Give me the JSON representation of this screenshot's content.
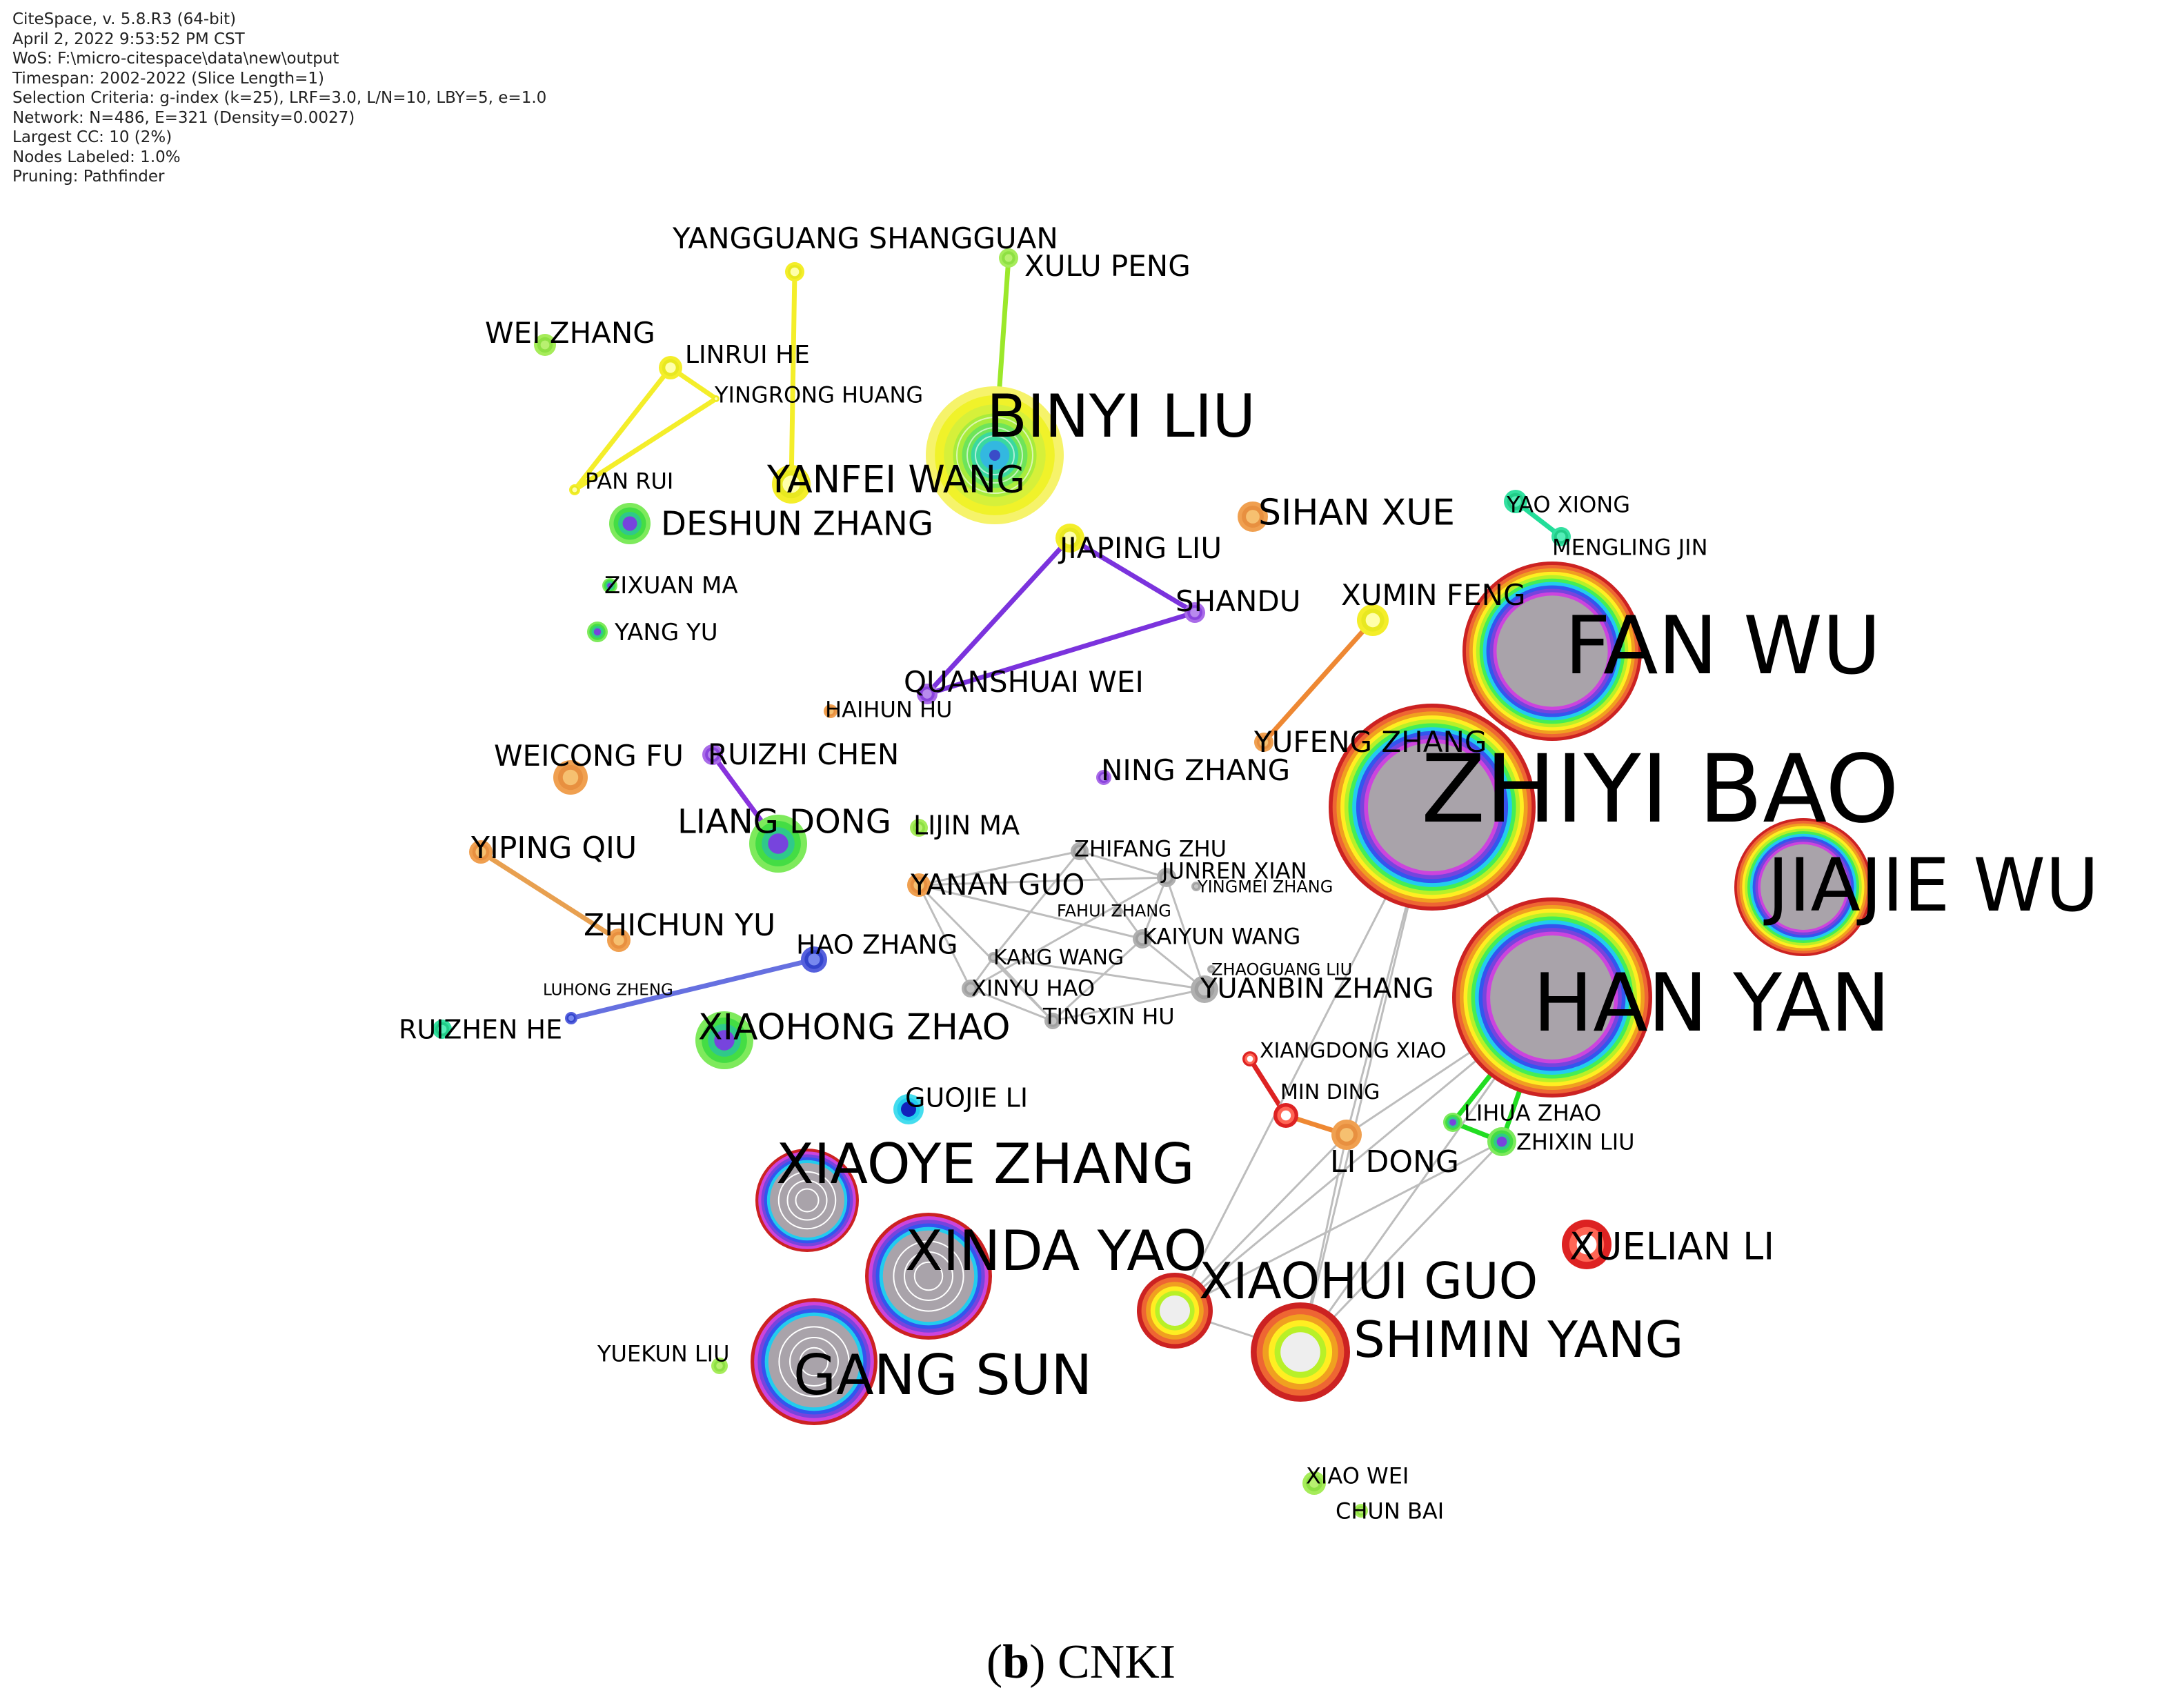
{
  "meta_lines": [
    "CiteSpace, v. 5.8.R3 (64-bit)",
    "April 2, 2022 9:53:52 PM CST",
    "WoS: F:\\micro-citespace\\data\\new\\output",
    "Timespan: 2002-2022 (Slice Length=1)",
    "Selection Criteria: g-index (k=25), LRF=3.0, L/N=10, LBY=5, e=1.0",
    "Network: N=486, E=321 (Density=0.0027)",
    "Largest CC: 10 (2%)",
    "Nodes Labeled: 1.0%",
    "Pruning: Pathfinder"
  ],
  "caption": {
    "letter": "b",
    "text": ") CNKI",
    "open": "("
  },
  "colors": {
    "year_rings": [
      "#cc2222",
      "#ee6633",
      "#f0a020",
      "#ffee22",
      "#b8f028",
      "#44ee55",
      "#22ddaa",
      "#22ccee",
      "#3355ee",
      "#7744dd",
      "#cc44dd"
    ],
    "core_gray": "#a9a3aa",
    "edge_gray": "#bdbdbd"
  },
  "nodes": [
    {
      "id": "binyi_liu",
      "label": "BINYI LIU",
      "size": "xl",
      "style": "yellow_big"
    },
    {
      "id": "yanfei_wang",
      "label": "YANFEI WANG",
      "size": "l",
      "style": "yellow"
    },
    {
      "id": "yangguang",
      "label": "YANGGUANG SHANGGUAN",
      "size": "m",
      "style": "yellow"
    },
    {
      "id": "xulu_peng",
      "label": "XULU PENG",
      "size": "m",
      "style": "lime"
    },
    {
      "id": "wei_zhang",
      "label": "WEI ZHANG",
      "size": "m",
      "style": "lime"
    },
    {
      "id": "linrui_he",
      "label": "LINRUI HE",
      "size": "m",
      "style": "yellow"
    },
    {
      "id": "yingrong_huang",
      "label": "YINGRONG HUANG",
      "size": "s",
      "style": "yellow"
    },
    {
      "id": "pan_rui",
      "label": "PAN RUI",
      "size": "s",
      "style": "yellow"
    },
    {
      "id": "deshun_zhang",
      "label": "DESHUN ZHANG",
      "size": "l",
      "style": "green"
    },
    {
      "id": "zixuan_ma",
      "label": "ZIXUAN MA",
      "size": "s",
      "style": "green"
    },
    {
      "id": "yang_yu",
      "label": "YANG YU",
      "size": "s",
      "style": "green"
    },
    {
      "id": "sihan_xue",
      "label": "SIHAN XUE",
      "size": "l",
      "style": "orange"
    },
    {
      "id": "jiaping_liu",
      "label": "JIAPING LIU",
      "size": "m",
      "style": "yellow"
    },
    {
      "id": "shandu",
      "label": "SHANDU",
      "size": "m",
      "style": "purple"
    },
    {
      "id": "quanshuai_wei",
      "label": "QUANSHUAI  WEI",
      "size": "m",
      "style": "purple"
    },
    {
      "id": "haihun_hu",
      "label": "HAIHUN HU",
      "size": "s",
      "style": "orange"
    },
    {
      "id": "yao_xiong",
      "label": "YAO XIONG",
      "size": "s",
      "style": "teal"
    },
    {
      "id": "mengling_jin",
      "label": "MENGLING JIN",
      "size": "s",
      "style": "teal"
    },
    {
      "id": "xumin_feng",
      "label": "XUMIN FENG",
      "size": "m",
      "style": "yellow"
    },
    {
      "id": "yufeng_zhang",
      "label": "YUFENG ZHANG",
      "size": "m",
      "style": "orange"
    },
    {
      "id": "fan_wu",
      "label": "FAN WU",
      "size": "xxl",
      "style": "ring_big"
    },
    {
      "id": "zhiyi_bao",
      "label": "ZHIYI BAO",
      "size": "xxxl",
      "style": "ring_big"
    },
    {
      "id": "jiajie_wu",
      "label": "JIAJIE WU",
      "size": "xxl",
      "style": "ring_big"
    },
    {
      "id": "han_yan",
      "label": "HAN YAN",
      "size": "xxl",
      "style": "ring_big"
    },
    {
      "id": "weicong_fu",
      "label": "WEICONG FU",
      "size": "m",
      "style": "orange"
    },
    {
      "id": "ruizhi_chen",
      "label": "RUIZHI CHEN",
      "size": "m",
      "style": "purple"
    },
    {
      "id": "liang_dong",
      "label": "LIANG DONG",
      "size": "l",
      "style": "green"
    },
    {
      "id": "lijin_ma",
      "label": "LIJIN MA",
      "size": "s",
      "style": "lime"
    },
    {
      "id": "ning_zhang",
      "label": "NING ZHANG",
      "size": "m",
      "style": "purple"
    },
    {
      "id": "yiping_qiu",
      "label": "YIPING QIU",
      "size": "m",
      "style": "orange"
    },
    {
      "id": "zhichun_yu",
      "label": "ZHICHUN YU",
      "size": "m",
      "style": "orange"
    },
    {
      "id": "yanan_guo",
      "label": "YANAN GUO",
      "size": "m",
      "style": "orange"
    },
    {
      "id": "zhifang_zhu",
      "label": "ZHIFANG ZHU",
      "size": "s",
      "style": "gray"
    },
    {
      "id": "junren_xian",
      "label": "JUNREN  XIAN",
      "size": "s",
      "style": "gray"
    },
    {
      "id": "yingmei_zhang",
      "label": "YINGMEI ZHANG",
      "size": "xs",
      "style": "gray"
    },
    {
      "id": "fahui_zhang",
      "label": "FAHUI ZHANG",
      "size": "xs",
      "style": "gray"
    },
    {
      "id": "kaiyun_wang",
      "label": "KAIYUN WANG",
      "size": "s",
      "style": "gray"
    },
    {
      "id": "kang_wang",
      "label": "KANG WANG",
      "size": "s",
      "style": "gray"
    },
    {
      "id": "zhaoguang_liu",
      "label": "ZHAOGUANG LIU",
      "size": "xs",
      "style": "gray"
    },
    {
      "id": "yuanbin_zhang",
      "label": "YUANBIN ZHANG",
      "size": "m",
      "style": "gray"
    },
    {
      "id": "xinyu_hao",
      "label": "XINYU HAO",
      "size": "s",
      "style": "gray"
    },
    {
      "id": "tingxin_hu",
      "label": "TINGXIN  HU",
      "size": "s",
      "style": "gray"
    },
    {
      "id": "hao_zhang",
      "label": "HAO ZHANG",
      "size": "m",
      "style": "blue"
    },
    {
      "id": "luhong_zheng",
      "label": "LUHONG ZHENG",
      "size": "xs",
      "style": "blue"
    },
    {
      "id": "ruizhen_he",
      "label": "RUIZHEN HE",
      "size": "m",
      "style": "teal"
    },
    {
      "id": "xiaohong_zhao",
      "label": "XIAOHONG ZHAO",
      "size": "l",
      "style": "green"
    },
    {
      "id": "xiangdong_xiao",
      "label": "XIANGDONG XIAO",
      "size": "s",
      "style": "red"
    },
    {
      "id": "min_ding",
      "label": "MIN DING",
      "size": "s",
      "style": "red"
    },
    {
      "id": "li_dong",
      "label": "LI DONG",
      "size": "m",
      "style": "orange"
    },
    {
      "id": "lihua_zhao",
      "label": "LIHUA  ZHAO",
      "size": "s",
      "style": "green"
    },
    {
      "id": "zhixin_liu",
      "label": "ZHIXIN LIU",
      "size": "s",
      "style": "green"
    },
    {
      "id": "guojie_li",
      "label": "GUOJIE LI",
      "size": "m",
      "style": "cyan"
    },
    {
      "id": "xiaoye_zhang",
      "label": "XIAOYE ZHANG",
      "size": "xl",
      "style": "ring_mid"
    },
    {
      "id": "xinda_yao",
      "label": "XINDA YAO",
      "size": "xl",
      "style": "ring_mid"
    },
    {
      "id": "xuelian_li",
      "label": "XUELIAN LI",
      "size": "l",
      "style": "red"
    },
    {
      "id": "xiaohui_guo",
      "label": "XIAOHUI GUO",
      "size": "xl",
      "style": "ring_warm"
    },
    {
      "id": "shimin_yang",
      "label": "SHIMIN YANG",
      "size": "xl",
      "style": "ring_warm"
    },
    {
      "id": "gang_sun",
      "label": "GANG SUN",
      "size": "xl",
      "style": "ring_mid"
    },
    {
      "id": "yuekun_liu",
      "label": "YUEKUN LIU",
      "size": "s",
      "style": "lime"
    },
    {
      "id": "xiao_wei",
      "label": "XIAO WEI",
      "size": "s",
      "style": "lime"
    },
    {
      "id": "chun_bai",
      "label": "CHUN BAI",
      "size": "s",
      "style": "lime"
    }
  ],
  "edges": [
    [
      "yanfei_wang",
      "yangguang",
      "#f4ee2a"
    ],
    [
      "binyi_liu",
      "xulu_peng",
      "#9be82a"
    ],
    [
      "linrui_he",
      "yingrong_huang",
      "#f4ee2a"
    ],
    [
      "linrui_he",
      "pan_rui",
      "#f4ee2a"
    ],
    [
      "yingrong_huang",
      "pan_rui",
      "#f4ee2a"
    ],
    [
      "jiaping_liu",
      "shandu",
      "#7b33dd"
    ],
    [
      "jiaping_liu",
      "quanshuai_wei",
      "#7b33dd"
    ],
    [
      "shandu",
      "quanshuai_wei",
      "#7b33dd"
    ],
    [
      "yao_xiong",
      "mengling_jin",
      "#22dd99"
    ],
    [
      "xumin_feng",
      "yufeng_zhang",
      "#ee8833"
    ],
    [
      "ruizhi_chen",
      "liang_dong",
      "#8833dd"
    ],
    [
      "yiping_qiu",
      "zhichun_yu",
      "#e8a050"
    ],
    [
      "hao_zhang",
      "luhong_zheng",
      "#6670e0"
    ],
    [
      "xiangdong_xiao",
      "min_ding",
      "#dd2222"
    ],
    [
      "min_ding",
      "li_dong",
      "#ee8833"
    ],
    [
      "lihua_zhao",
      "zhixin_liu",
      "#22dd22"
    ],
    [
      "lihua_zhao",
      "han_yan",
      "#22dd22"
    ],
    [
      "han_yan",
      "zhixin_liu",
      "#22dd22"
    ],
    [
      "yanan_guo",
      "zhifang_zhu",
      "#bdbdbd"
    ],
    [
      "yanan_guo",
      "junren_xian",
      "#bdbdbd"
    ],
    [
      "yanan_guo",
      "kaiyun_wang",
      "#bdbdbd"
    ],
    [
      "yanan_guo",
      "tingxin_hu",
      "#bdbdbd"
    ],
    [
      "yanan_guo",
      "xinyu_hao",
      "#bdbdbd"
    ],
    [
      "zhifang_zhu",
      "junren_xian",
      "#bdbdbd"
    ],
    [
      "zhifang_zhu",
      "kang_wang",
      "#bdbdbd"
    ],
    [
      "zhifang_zhu",
      "kaiyun_wang",
      "#bdbdbd"
    ],
    [
      "junren_xian",
      "kaiyun_wang",
      "#bdbdbd"
    ],
    [
      "junren_xian",
      "yuanbin_zhang",
      "#bdbdbd"
    ],
    [
      "junren_xian",
      "xinyu_hao",
      "#bdbdbd"
    ],
    [
      "kaiyun_wang",
      "yuanbin_zhang",
      "#bdbdbd"
    ],
    [
      "kaiyun_wang",
      "tingxin_hu",
      "#bdbdbd"
    ],
    [
      "kang_wang",
      "xinyu_hao",
      "#bdbdbd"
    ],
    [
      "kang_wang",
      "tingxin_hu",
      "#bdbdbd"
    ],
    [
      "kang_wang",
      "yuanbin_zhang",
      "#bdbdbd"
    ],
    [
      "xinyu_hao",
      "tingxin_hu",
      "#bdbdbd"
    ],
    [
      "tingxin_hu",
      "yuanbin_zhang",
      "#bdbdbd"
    ],
    [
      "zhiyi_bao",
      "xiaohui_guo",
      "#bdbdbd"
    ],
    [
      "zhiyi_bao",
      "shimin_yang",
      "#bdbdbd"
    ],
    [
      "zhiyi_bao",
      "li_dong",
      "#bdbdbd"
    ],
    [
      "han_yan",
      "xiaohui_guo",
      "#bdbdbd"
    ],
    [
      "han_yan",
      "shimin_yang",
      "#bdbdbd"
    ],
    [
      "han_yan",
      "li_dong",
      "#bdbdbd"
    ],
    [
      "xiaohui_guo",
      "shimin_yang",
      "#bdbdbd"
    ],
    [
      "xiaohui_guo",
      "li_dong",
      "#bdbdbd"
    ],
    [
      "shimin_yang",
      "li_dong",
      "#bdbdbd"
    ],
    [
      "zhixin_liu",
      "xiaohui_guo",
      "#bdbdbd"
    ],
    [
      "zhixin_liu",
      "shimin_yang",
      "#bdbdbd"
    ],
    [
      "zhiyi_bao",
      "han_yan",
      "#bdbdbd"
    ]
  ]
}
